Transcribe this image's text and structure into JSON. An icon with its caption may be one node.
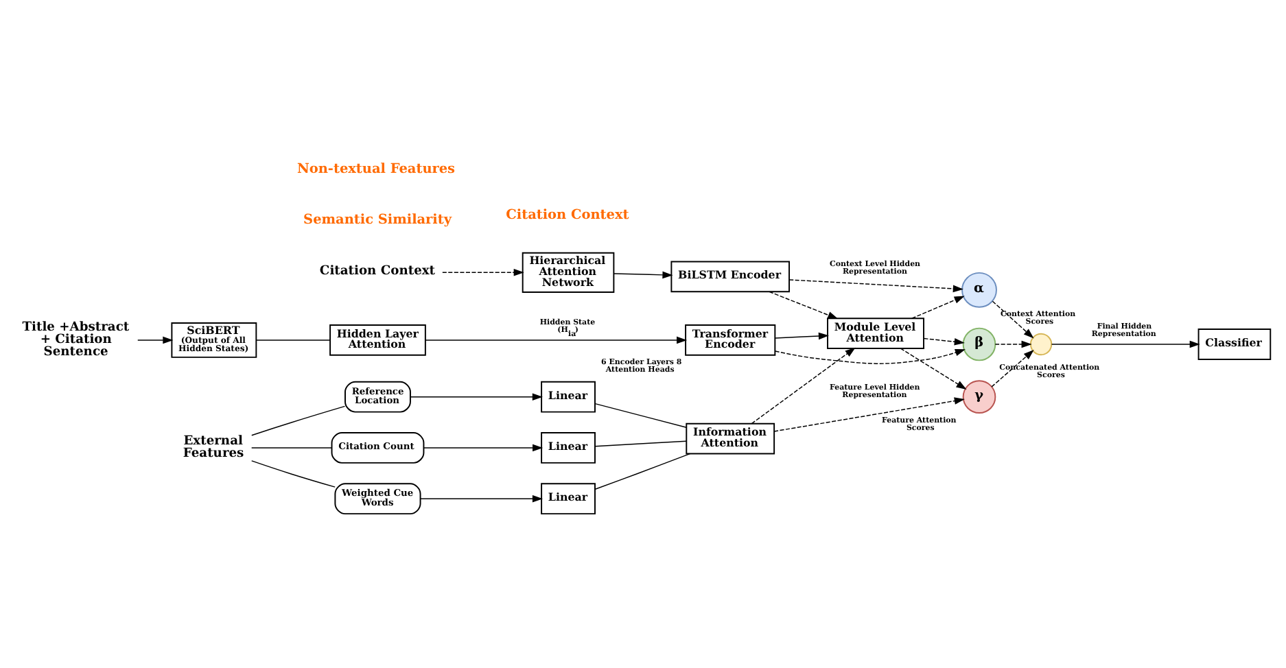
{
  "diagram": {
    "nodes": [
      {
        "text": [
          "Citation Context"
        ]
      },
      {
        "text": [
          "Hierarchical Attention Network"
        ]
      },
      {
        "text": [
          "BiLSTM Encoder"
        ]
      },
      {
        "text": [
          "Title +Abstract + Citation Sentence"
        ]
      },
      {
        "text": [
          "SciBERT",
          "(Output of All Hidden States)"
        ]
      },
      {
        "text": [
          "Hidden Layer Attention"
        ]
      },
      {
        "text": [
          "Transformer Encoder"
        ],
        "beside": [
          "6 Encoder Layers 8 Attention Heads"
        ]
      },
      {
        "text": [
          "Module Level Attention"
        ]
      },
      {
        "text": [
          "α"
        ],
        "beside": [
          "Context Attention Scores"
        ]
      },
      {
        "text": [
          "β"
        ],
        "beside": [
          "Concatenated Attention Scores"
        ]
      },
      {
        "text": [],
        "shape": "circle"
      },
      {
        "text": [
          "Classifier"
        ]
      },
      {
        "text": [
          "External Features"
        ]
      },
      {
        "text": [
          "Reference Location"
        ]
      },
      {
        "text": [
          "Citation Count"
        ]
      },
      {
        "text": [
          "Weighted Cue Words"
        ]
      },
      {
        "text": [
          "Linear"
        ]
      },
      {
        "text": [
          "Linear"
        ]
      },
      {
        "text": [
          "Linear"
        ]
      },
      {
        "text": [
          "Information Attention"
        ]
      },
      {
        "text": [
          "γ"
        ],
        "beside": [
          "Feature Attention Scores"
        ]
      }
    ],
    "edges": [
      {
        "from": 0,
        "to": 1,
        "arrow": "to",
        "style": "dashed"
      },
      {
        "from": 1,
        "to": 2,
        "arrow": "to"
      },
      {
        "from": 2,
        "to": 8,
        "arrow": "to",
        "style": "dashed",
        "label": "Context Level Hidden Representation"
      },
      {
        "from": 2,
        "to": 7,
        "arrow": "to",
        "style": "dashed"
      },
      {
        "from": 3,
        "to": 4,
        "arrow": "to"
      },
      {
        "from": 4,
        "to": 5,
        "arrow": "none"
      },
      {
        "from": 5,
        "to": 6,
        "arrow": "to",
        "label": "Hidden State (H$_{ia}$)"
      },
      {
        "from": 6,
        "to": 7,
        "arrow": "to"
      },
      {
        "from": 6,
        "to": 9,
        "arrow": "to",
        "style": "dashed"
      },
      {
        "from": 7,
        "to": 8,
        "arrow": "to",
        "style": "dashed"
      },
      {
        "from": 7,
        "to": 9,
        "arrow": "to",
        "style": "dashed"
      },
      {
        "from": 7,
        "to": 20,
        "arrow": "to",
        "style": "dashed"
      },
      {
        "from": 8,
        "to": 10,
        "arrow": "to",
        "style": "dashed"
      },
      {
        "from": 9,
        "to": 10,
        "arrow": "to",
        "style": "dashed"
      },
      {
        "from": 20,
        "to": 10,
        "arrow": "to",
        "style": "dashed"
      },
      {
        "from": 10,
        "to": 11,
        "arrow": "to",
        "label": "Final Hidden Representation"
      },
      {
        "from": 12,
        "to": 13,
        "arrow": "none"
      },
      {
        "from": 12,
        "to": 14,
        "arrow": "none"
      },
      {
        "from": 12,
        "to": 15,
        "arrow": "none"
      },
      {
        "from": 13,
        "to": 16,
        "arrow": "to"
      },
      {
        "from": 14,
        "to": 17,
        "arrow": "to"
      },
      {
        "from": 15,
        "to": 18,
        "arrow": "to"
      },
      {
        "from": 16,
        "to": 19,
        "arrow": "none"
      },
      {
        "from": 17,
        "to": 19,
        "arrow": "none"
      },
      {
        "from": 18,
        "to": 19,
        "arrow": "none"
      },
      {
        "from": 19,
        "to": 7,
        "arrow": "to",
        "style": "dashed"
      },
      {
        "from": 19,
        "to": 20,
        "arrow": "to",
        "style": "dashed",
        "label": "Feature Level Hidden Representation"
      }
    ],
    "labels": [
      "Citation Context",
      "Semantic Similarity",
      "Non-textual Features"
    ]
  }
}
